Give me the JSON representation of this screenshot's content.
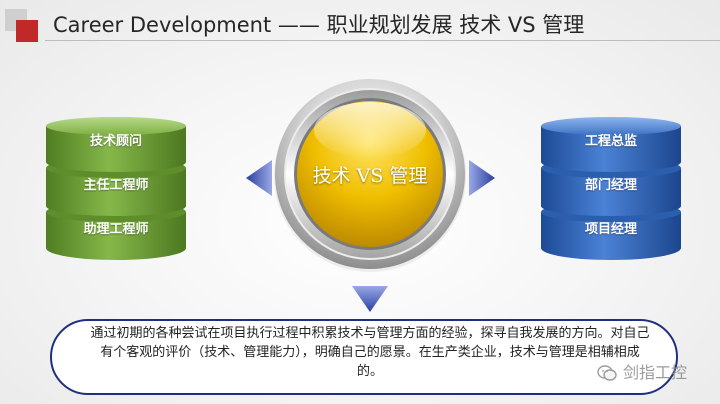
{
  "header": {
    "title": "Career Development —— 职业规划发展  技术 VS 管理"
  },
  "left_stack": {
    "tiers": [
      "技术顾问",
      "主任工程师",
      "助理工程师"
    ],
    "color": "#6e9e3a"
  },
  "right_stack": {
    "tiers": [
      "工程总监",
      "部门经理",
      "项目经理"
    ],
    "color": "#2f63b8"
  },
  "center": {
    "label": "技术 VS 管理",
    "color": "#f2c300"
  },
  "description": {
    "text": "通过初期的各种尝试在项目执行过程中积累技术与管理方面的经验，探寻自我发展的方向。对自己有个客观的评价（技术、管理能力），明确自己的愿景。在生产类企业，技术与管理是相辅相成的。"
  },
  "watermark": {
    "text": "剑指工控",
    "icon": "wechat-icon"
  }
}
